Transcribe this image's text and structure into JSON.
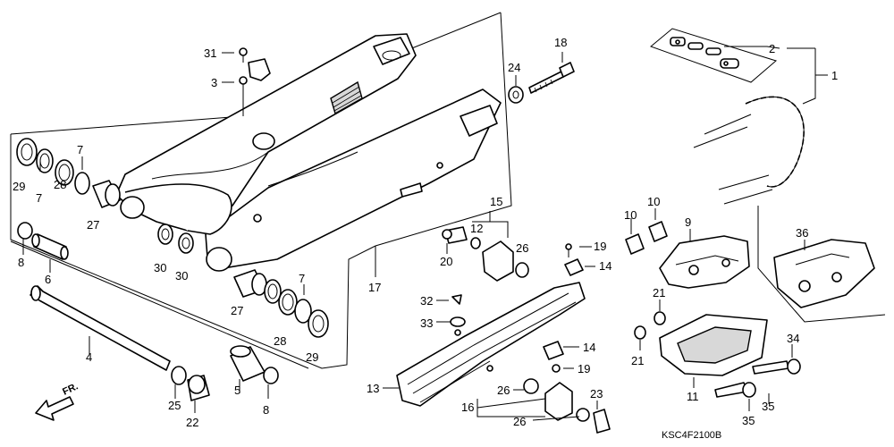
{
  "diagram": {
    "drawing_code": "KSC4F2100B",
    "direction_label": "FR.",
    "callouts": [
      {
        "key": "31",
        "text": "31"
      },
      {
        "key": "3",
        "text": "3"
      },
      {
        "key": "18",
        "text": "18"
      },
      {
        "key": "24",
        "text": "24"
      },
      {
        "key": "2",
        "text": "2"
      },
      {
        "key": "1",
        "text": "1"
      },
      {
        "key": "7a",
        "text": "7"
      },
      {
        "key": "7b",
        "text": "7"
      },
      {
        "key": "29a",
        "text": "29"
      },
      {
        "key": "28a",
        "text": "28"
      },
      {
        "key": "27a",
        "text": "27"
      },
      {
        "key": "15",
        "text": "15"
      },
      {
        "key": "12",
        "text": "12"
      },
      {
        "key": "26a",
        "text": "26"
      },
      {
        "key": "19a",
        "text": "19"
      },
      {
        "key": "14a",
        "text": "14"
      },
      {
        "key": "20",
        "text": "20"
      },
      {
        "key": "10a",
        "text": "10"
      },
      {
        "key": "10b",
        "text": "10"
      },
      {
        "key": "9",
        "text": "9"
      },
      {
        "key": "36",
        "text": "36"
      },
      {
        "key": "8a",
        "text": "8"
      },
      {
        "key": "6",
        "text": "6"
      },
      {
        "key": "30a",
        "text": "30"
      },
      {
        "key": "30b",
        "text": "30"
      },
      {
        "key": "17",
        "text": "17"
      },
      {
        "key": "7c",
        "text": "7"
      },
      {
        "key": "27b",
        "text": "27"
      },
      {
        "key": "28b",
        "text": "28"
      },
      {
        "key": "29b",
        "text": "29"
      },
      {
        "key": "32",
        "text": "32"
      },
      {
        "key": "33",
        "text": "33"
      },
      {
        "key": "21a",
        "text": "21"
      },
      {
        "key": "21b",
        "text": "21"
      },
      {
        "key": "34",
        "text": "34"
      },
      {
        "key": "14b",
        "text": "14"
      },
      {
        "key": "19b",
        "text": "19"
      },
      {
        "key": "4",
        "text": "4"
      },
      {
        "key": "13",
        "text": "13"
      },
      {
        "key": "26b",
        "text": "26"
      },
      {
        "key": "23",
        "text": "23"
      },
      {
        "key": "16",
        "text": "16"
      },
      {
        "key": "26c",
        "text": "26"
      },
      {
        "key": "11",
        "text": "11"
      },
      {
        "key": "35a",
        "text": "35"
      },
      {
        "key": "35b",
        "text": "35"
      },
      {
        "key": "5",
        "text": "5"
      },
      {
        "key": "8b",
        "text": "8"
      },
      {
        "key": "25",
        "text": "25"
      },
      {
        "key": "22",
        "text": "22"
      }
    ]
  }
}
